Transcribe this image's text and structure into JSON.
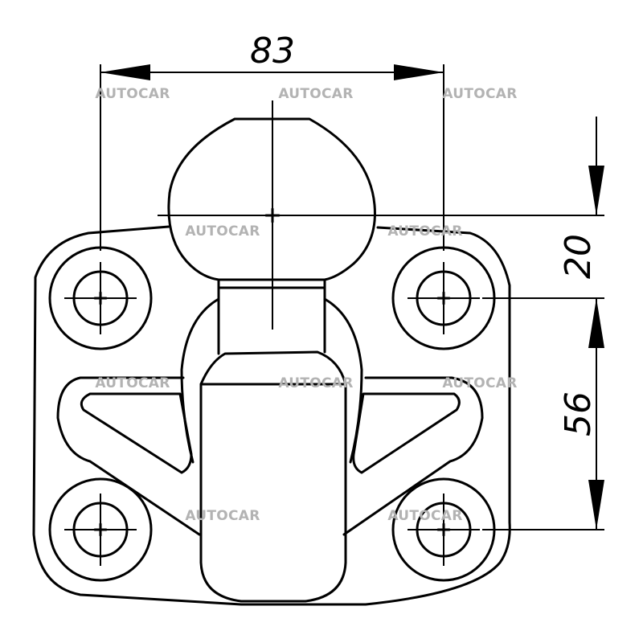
{
  "watermark": "AUTOCAR",
  "dimensions": {
    "width_83": "83",
    "height_20": "20",
    "height_56": "56"
  }
}
